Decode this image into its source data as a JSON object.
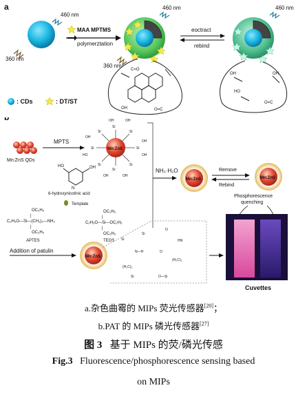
{
  "panel_a": {
    "label": "a",
    "wavelength_in": "360 nm",
    "wavelength_out_1": "460 nm",
    "wavelength_out_2": "460 nm",
    "wavelength_out_3": "460 nm",
    "wavelength_in_2": "360 nm",
    "reagents": "MAA MPTMS",
    "process": "polymerztation",
    "step_forward": "eoctract",
    "step_back": "rebind",
    "legend_cds": ": CDs",
    "legend_dt": ": DT/ST"
  },
  "panel_b": {
    "label": "b",
    "qd_label": "Mn:ZnS QDs",
    "mpts": "MPTS",
    "core": "Mn:ZnS",
    "nh3": "NH₃·H₂O",
    "remove": "Remove",
    "rebind": "Rebind",
    "phos_quench": "Phosphorescence",
    "quenching": "quenching",
    "template_name": "6-hydroxynicotinic acid",
    "template": "Template",
    "aptes": "APTES",
    "teos": "TEOS",
    "addition": "Addition of patulin",
    "cuvettes": "Cuvettes",
    "aptes_formula": "C₂H₅O—Si—(CH₂)₃—NH₂",
    "teos_formula": "C₂H₅O—Si—OC₂H₅"
  },
  "captions": {
    "sub_a": "a.杂色曲霉的 MIPs 荧光传感器",
    "ref_a": "[20]",
    "sub_a_end": "；",
    "sub_b": "b.PAT 的 MIPs 磷光传感器",
    "ref_b": "[27]",
    "fig_cn_num": "图 3",
    "fig_cn_title": "基于 MIPs 的荧/磷光传感",
    "fig_en_num": "Fig.3",
    "fig_en_title_1": "Fluorescence/phosphorescence sensing based",
    "fig_en_title_2": "on MIPs"
  },
  "colors": {
    "cd_cyan": "#19b6e0",
    "shell_green": "#4fbf5a",
    "star_yellow": "#f2e84a",
    "qd_red": "#e2452f",
    "cuvette_pink": "#e05aa8",
    "cuvette_dark": "#3a2a8a"
  }
}
